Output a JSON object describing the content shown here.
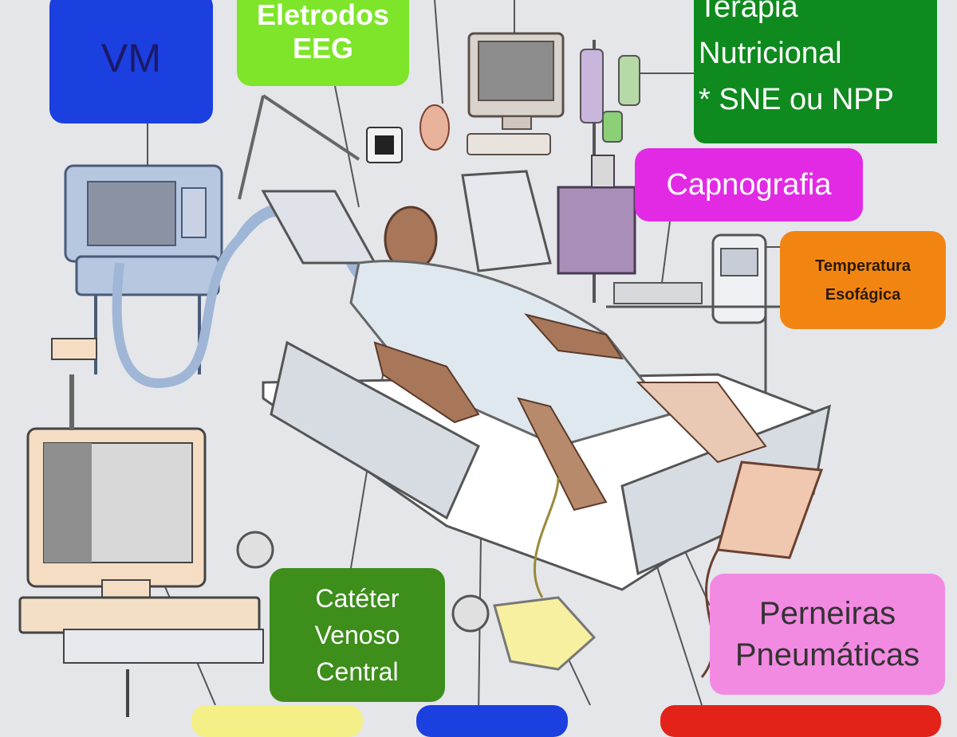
{
  "labels": {
    "vm": "VM",
    "eeg": [
      "Eletrodos",
      "EEG"
    ],
    "nutricional": [
      "Terapia",
      "Nutricional",
      "* SNE ou NPP"
    ],
    "capnografia": "Capnografia",
    "temperatura": [
      "Temperatura",
      "Esofágica"
    ],
    "cateter": [
      "Catéter",
      "Venoso",
      "Central"
    ],
    "perneiras": [
      "Perneiras",
      "Pneumáticas"
    ]
  },
  "colors": {
    "background": "#e4e6ea",
    "vm": "#1c3fe0",
    "eeg": "#7ee52a",
    "nutricional": "#0e8a1e",
    "capnografia": "#e22ae5",
    "temperatura": "#f28512",
    "cateter": "#3d8e1b",
    "perneiras": "#f38ae2",
    "bottom_yellow": "#f5ef88",
    "bottom_blue": "#1c3fe0",
    "bottom_red": "#e3221a"
  },
  "icons": [
    "ventilator-icon",
    "eeg-monitor-icon",
    "overhead-monitor-icon",
    "iv-pole-icon",
    "infusion-pump-icon",
    "temperature-monitor-icon",
    "capnograph-icon",
    "computer-workstation-icon",
    "hospital-bed-icon",
    "patient-figure-icon",
    "urine-bag-icon",
    "compression-pump-icon"
  ]
}
